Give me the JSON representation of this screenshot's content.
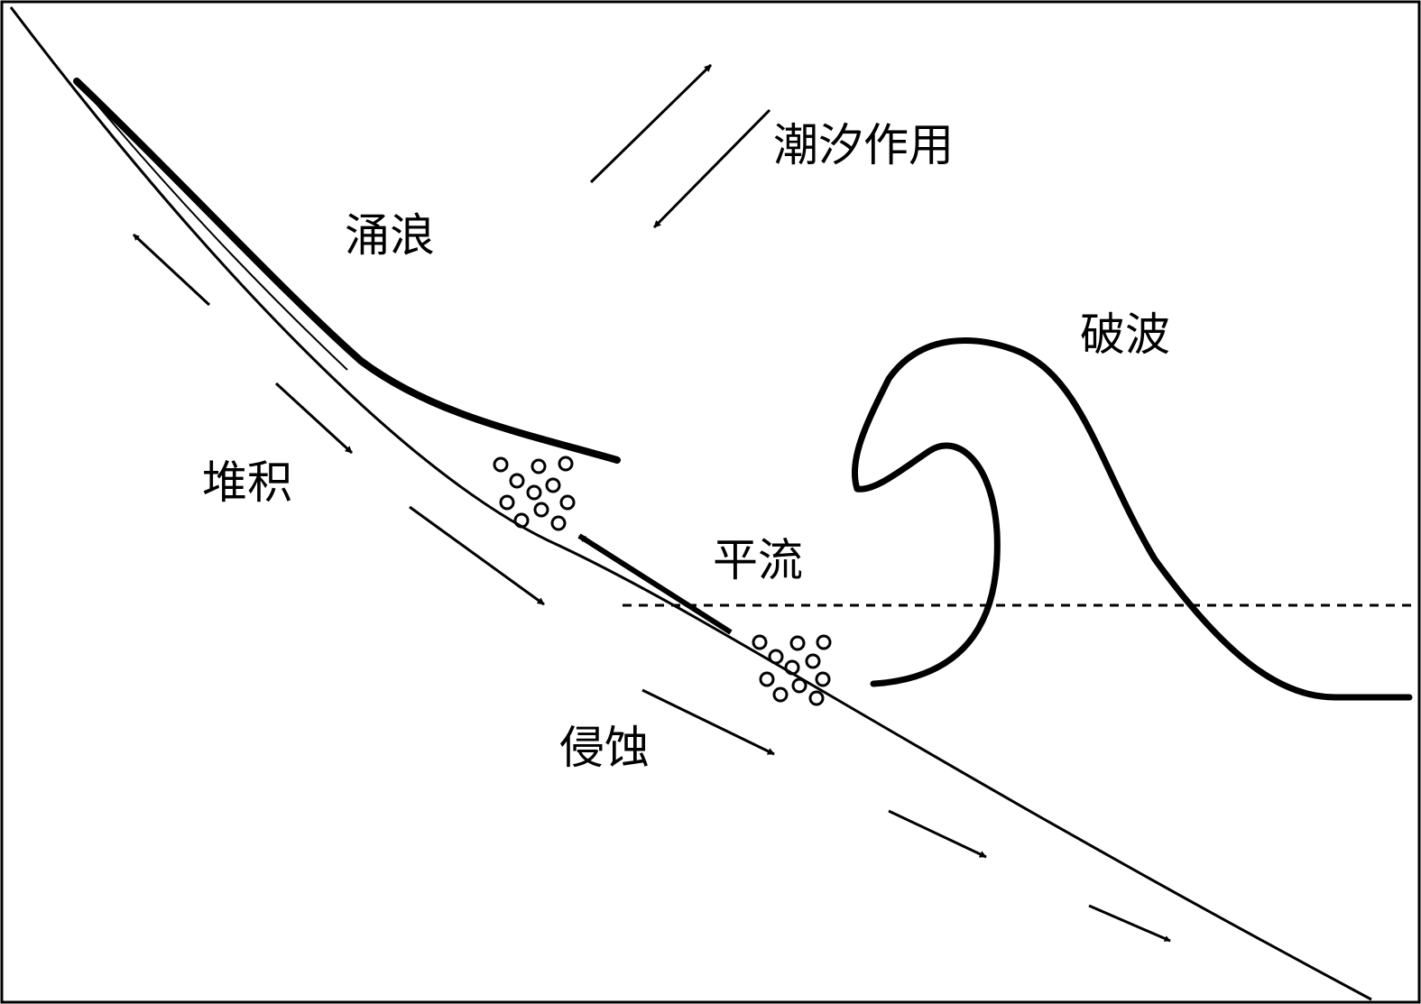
{
  "labels": {
    "tidal_action": "潮汐作用",
    "swell": "涌浪",
    "breaking_wave": "破波",
    "deposition": "堆积",
    "advection": "平流",
    "erosion": "侵蚀"
  },
  "colors": {
    "ink": "#000000",
    "background": "#ffffff"
  }
}
